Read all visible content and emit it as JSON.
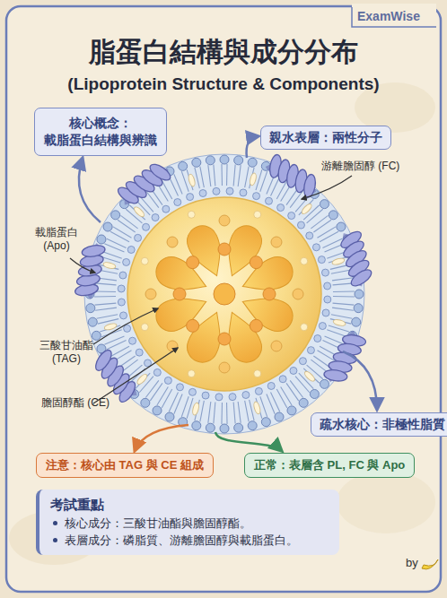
{
  "diagram": {
    "title": "脂蛋白結構與成分分布 (Lipoprotein Structure & Components)",
    "nodes": [
      {
        "text": [
          "核心概念： 載脂蛋白結構與辨識"
        ]
      },
      {
        "text": [
          "親水表層：兩性分子"
        ]
      },
      {
        "text": [
          "疏水核心：非極性脂質"
        ]
      },
      {
        "text": [
          "注意：核心由 TAG 與 CE 組成"
        ]
      },
      {
        "text": [
          "正常：表層含 PL, FC 與 Apo"
        ]
      },
      {
        "text": [
          "考試重點",
          "核心成分：三酸甘油酯與膽固醇酯。",
          "表層成分：磷脂質、游離膽固醇與載脂蛋白。"
        ]
      }
    ],
    "labels": [
      "ExamWise",
      "游離膽固醇 (FC)",
      "載脂蛋白 (Apo)",
      "三酸甘油酯 (TAG)",
      "膽固醇酯 (CE)",
      "by"
    ]
  }
}
